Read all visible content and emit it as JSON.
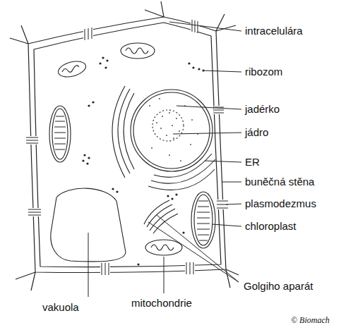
{
  "diagram": {
    "labels": [
      "intracelulára",
      "ribozom",
      "jadérko",
      "jádro",
      "ER",
      "buněčná stěna",
      "plasmodezmus",
      "chloroplast",
      "Golgiho aparát",
      "vakuola",
      "mitochondrie",
      "© Biomach"
    ]
  }
}
